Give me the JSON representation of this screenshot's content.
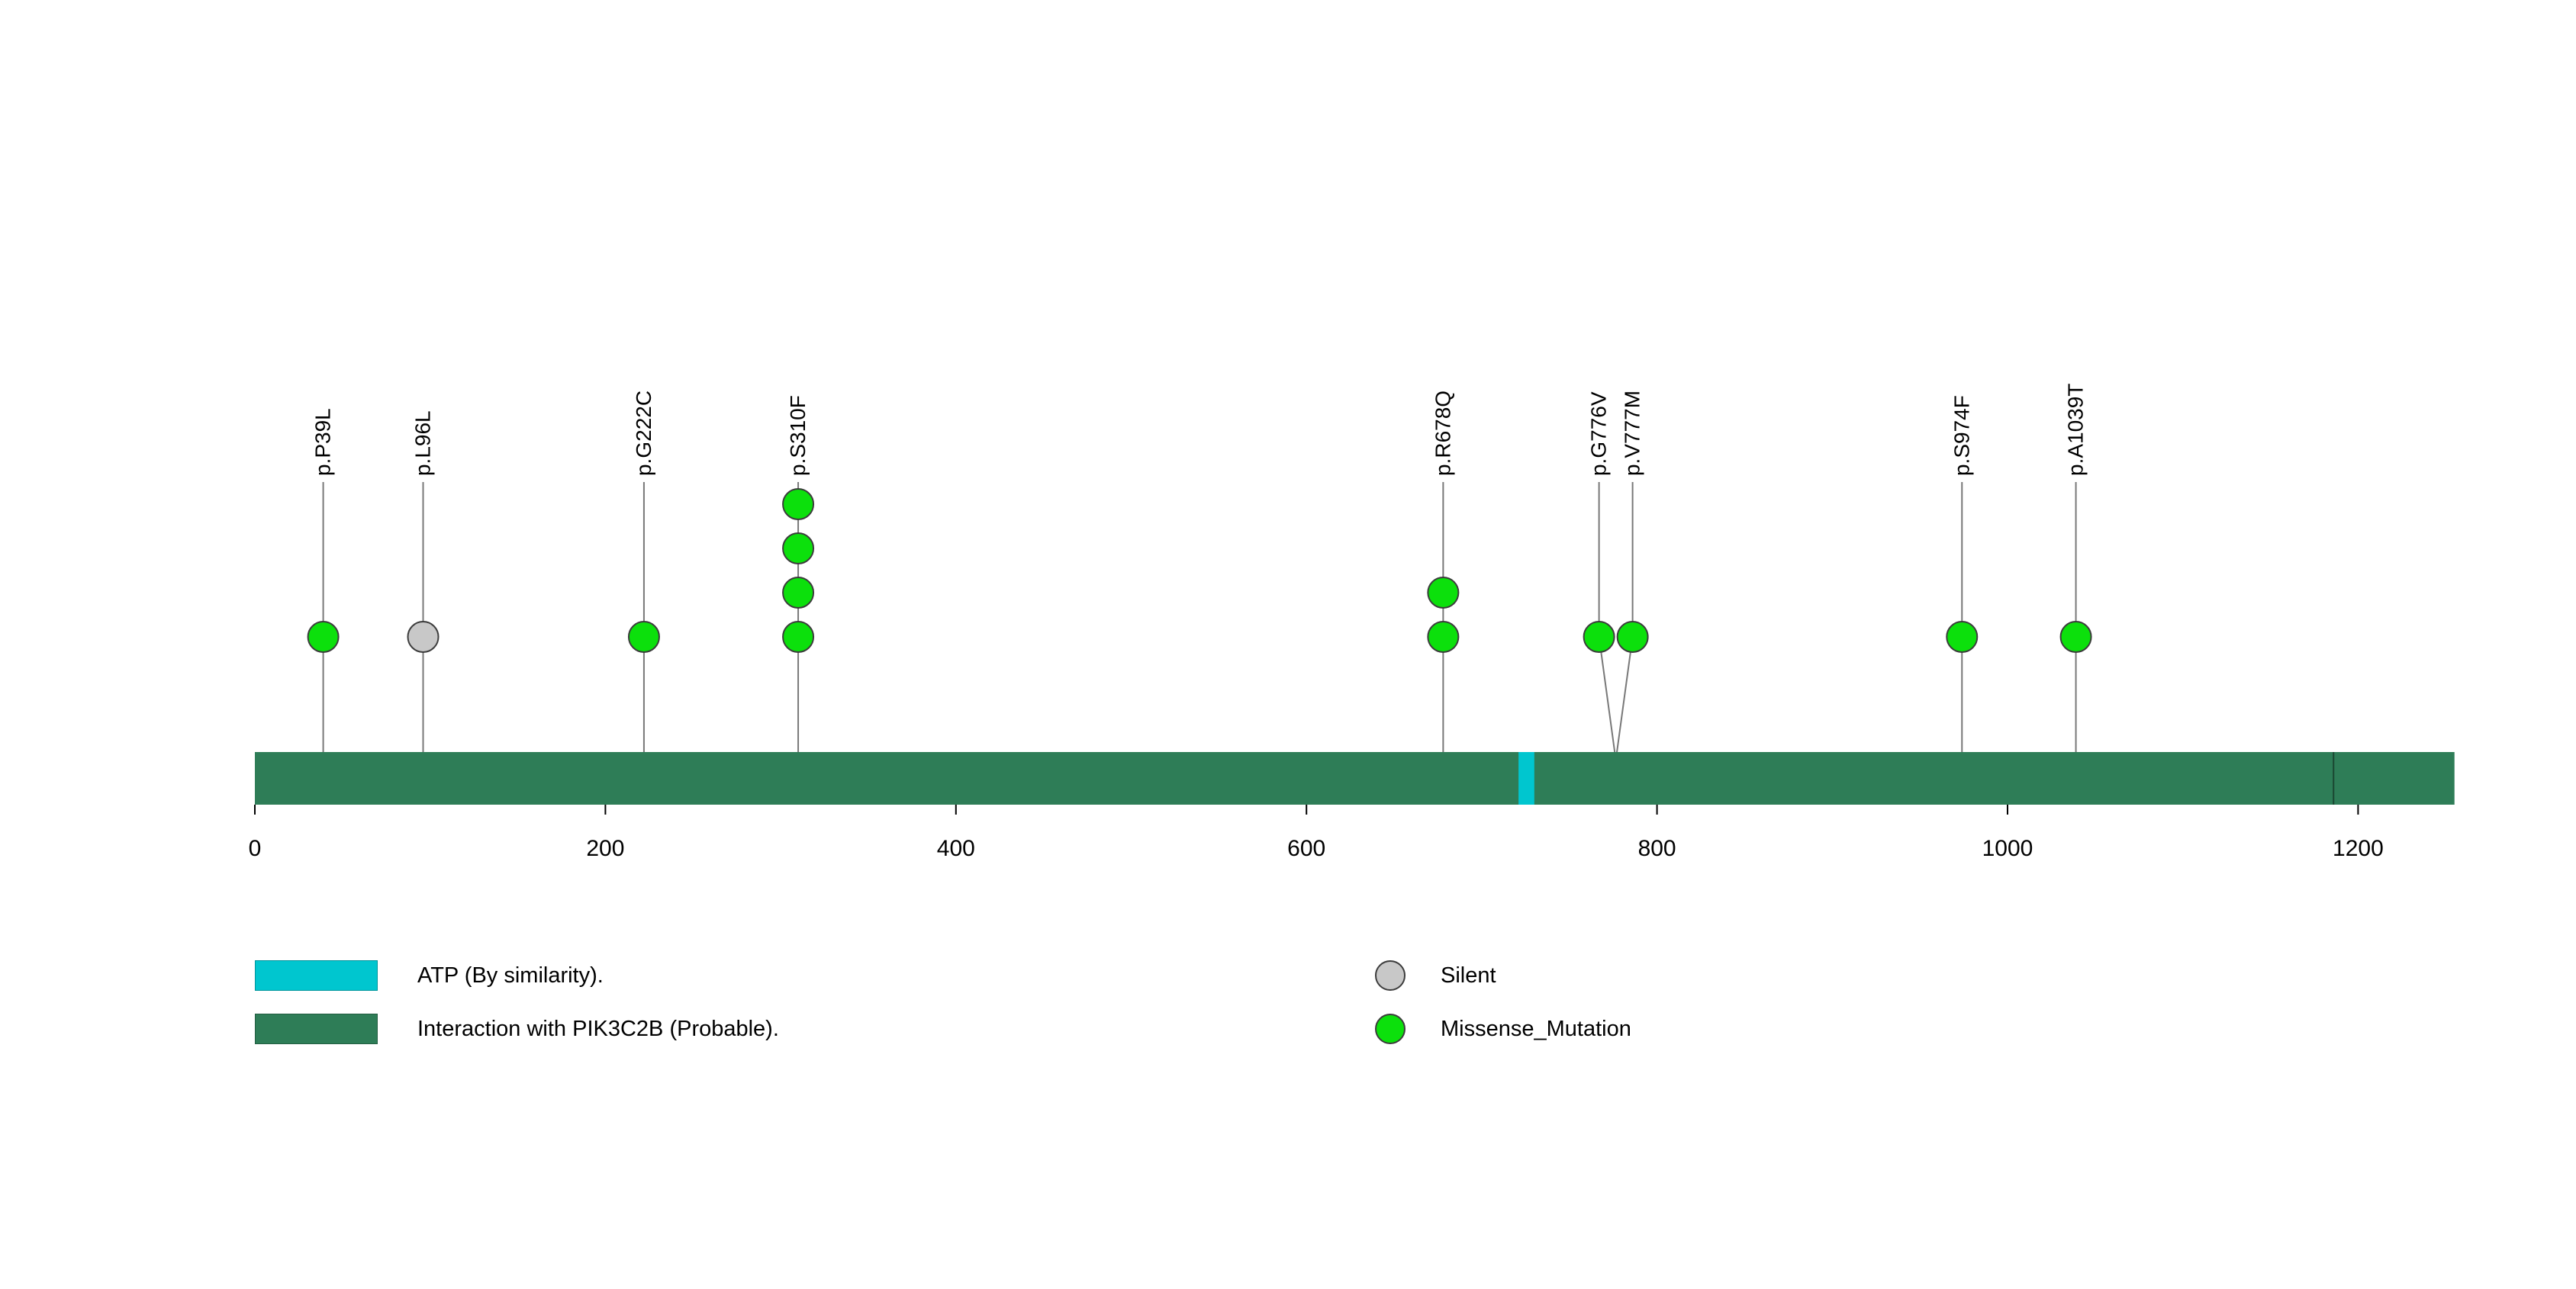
{
  "chart_data": {
    "type": "lollipop",
    "description": "Protein mutation lollipop diagram",
    "protein": {
      "length": 1255,
      "axis_ticks": [
        0,
        200,
        400,
        600,
        800,
        1000,
        1200
      ],
      "regions": [
        {
          "name": "Interaction with PIK3C2B (Probable).",
          "start": 0,
          "end": 1255,
          "color": "#2e7d57"
        },
        {
          "name": "ATP (By similarity).",
          "start": 721,
          "end": 730,
          "color": "#00c6cf"
        }
      ],
      "boundary_lines": [
        1186
      ]
    },
    "mutations": [
      {
        "label": "p.P39L",
        "position": 39,
        "count": 1,
        "type": "Missense_Mutation"
      },
      {
        "label": "p.L96L",
        "position": 96,
        "count": 1,
        "type": "Silent"
      },
      {
        "label": "p.G222C",
        "position": 222,
        "count": 1,
        "type": "Missense_Mutation"
      },
      {
        "label": "p.S310F",
        "position": 310,
        "count": 4,
        "type": "Missense_Mutation"
      },
      {
        "label": "p.R678Q",
        "position": 678,
        "count": 2,
        "type": "Missense_Mutation"
      },
      {
        "label": "p.G776V",
        "position": 776,
        "count": 1,
        "type": "Missense_Mutation"
      },
      {
        "label": "p.V777M",
        "position": 777,
        "count": 1,
        "type": "Missense_Mutation"
      },
      {
        "label": "p.S974F",
        "position": 974,
        "count": 1,
        "type": "Missense_Mutation"
      },
      {
        "label": "p.A1039T",
        "position": 1039,
        "count": 1,
        "type": "Missense_Mutation"
      }
    ],
    "mutation_colors": {
      "Missense_Mutation": "#0ce00c",
      "Silent": "#c8c8c8"
    }
  },
  "legend": {
    "regions": [
      {
        "label": "ATP (By similarity).",
        "color": "#00c6cf"
      },
      {
        "label": "Interaction with PIK3C2B (Probable).",
        "color": "#2e7d57"
      }
    ],
    "mutation_types": [
      {
        "label": "Silent",
        "color": "#c8c8c8"
      },
      {
        "label": "Missense_Mutation",
        "color": "#0ce00c"
      }
    ]
  }
}
